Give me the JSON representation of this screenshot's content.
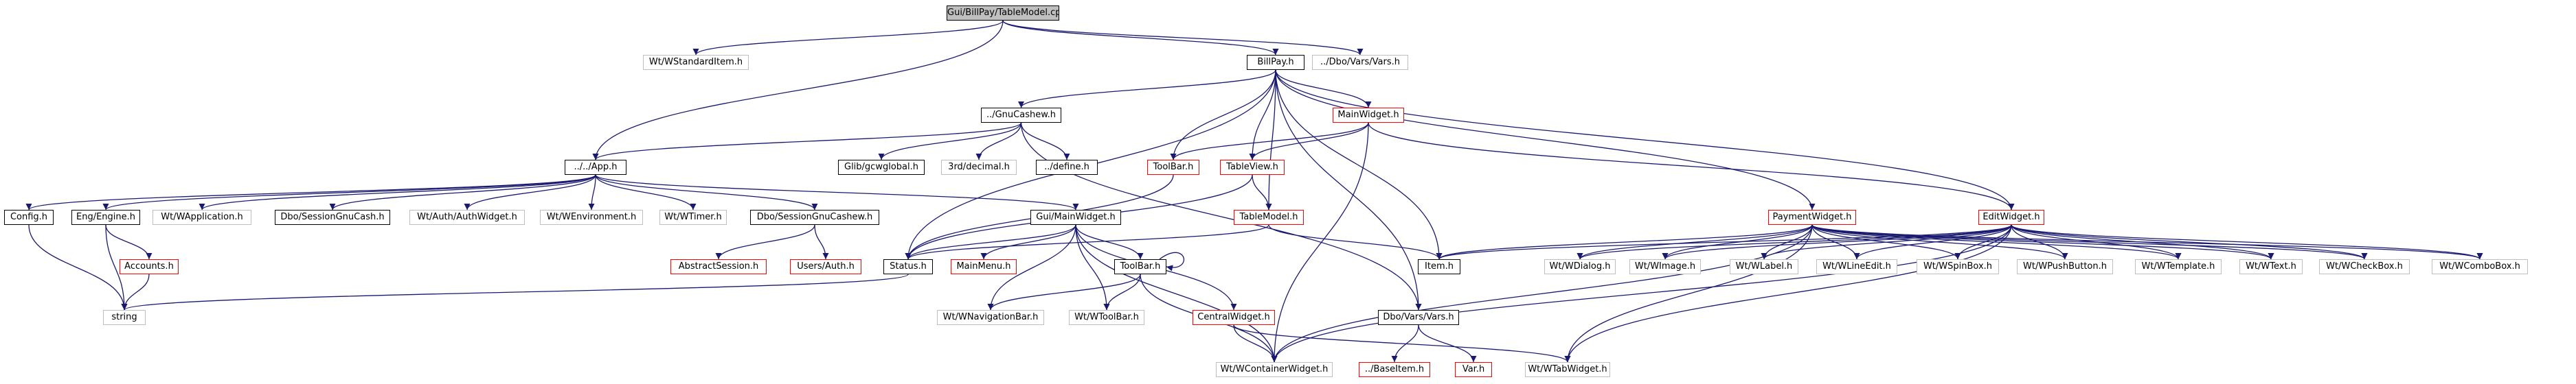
{
  "diagram": {
    "colors": {
      "edge": "#191970",
      "box_border": "#000000",
      "external_border": "#bfbfbf",
      "truncated_border": "#ff0000",
      "root_fill": "#bfbfbf"
    },
    "nodes": {
      "root": {
        "label": "Gui/BillPay/TableModel.cpp",
        "style": "root"
      },
      "wstandarditem": {
        "label": "Wt/WStandardItem.h",
        "style": "ext"
      },
      "billpay": {
        "label": "BillPay.h",
        "style": "normal"
      },
      "dbovars": {
        "label": "../Dbo/Vars/Vars.h",
        "style": "ext"
      },
      "gnucashew": {
        "label": "../GnuCashew.h",
        "style": "normal"
      },
      "mainwidget": {
        "label": "MainWidget.h",
        "style": "red"
      },
      "app": {
        "label": "../../App.h",
        "style": "normal"
      },
      "glib": {
        "label": "Glib/gcwglobal.h",
        "style": "normal"
      },
      "decimal": {
        "label": "3rd/decimal.h",
        "style": "ext"
      },
      "define": {
        "label": "../define.h",
        "style": "normal"
      },
      "toolbar_red": {
        "label": "ToolBar.h",
        "style": "red"
      },
      "tableview": {
        "label": "TableView.h",
        "style": "red"
      },
      "tablemodel": {
        "label": "TableModel.h",
        "style": "red"
      },
      "config": {
        "label": "Config.h",
        "style": "normal"
      },
      "engine": {
        "label": "Eng/Engine.h",
        "style": "normal"
      },
      "wapplication": {
        "label": "Wt/WApplication.h",
        "style": "ext"
      },
      "sessiongnucash": {
        "label": "Dbo/SessionGnuCash.h",
        "style": "normal"
      },
      "authwidget": {
        "label": "Wt/Auth/AuthWidget.h",
        "style": "ext"
      },
      "wenvironment": {
        "label": "Wt/WEnvironment.h",
        "style": "ext"
      },
      "wtimer": {
        "label": "Wt/WTimer.h",
        "style": "ext"
      },
      "sessiongnucashew": {
        "label": "Dbo/SessionGnuCashew.h",
        "style": "normal"
      },
      "guimainwidget": {
        "label": "Gui/MainWidget.h",
        "style": "normal"
      },
      "accounts": {
        "label": "Accounts.h",
        "style": "red"
      },
      "abstractsession": {
        "label": "AbstractSession.h",
        "style": "red"
      },
      "usersauth": {
        "label": "Users/Auth.h",
        "style": "red"
      },
      "status": {
        "label": "Status.h",
        "style": "normal"
      },
      "mainmenu": {
        "label": "MainMenu.h",
        "style": "red"
      },
      "toolbar": {
        "label": "ToolBar.h",
        "style": "normal"
      },
      "string": {
        "label": "string",
        "style": "ext"
      },
      "wnavigationbar": {
        "label": "Wt/WNavigationBar.h",
        "style": "ext"
      },
      "wtoolbar": {
        "label": "Wt/WToolBar.h",
        "style": "ext"
      },
      "centralwidget": {
        "label": "CentralWidget.h",
        "style": "red"
      },
      "wcontainerwidget": {
        "label": "Wt/WContainerWidget.h",
        "style": "ext"
      },
      "dbovarsh": {
        "label": "Dbo/Vars/Vars.h",
        "style": "normal"
      },
      "baseitem": {
        "label": "../BaseItem.h",
        "style": "red"
      },
      "var": {
        "label": "Var.h",
        "style": "red"
      },
      "wtabwidget": {
        "label": "Wt/WTabWidget.h",
        "style": "ext"
      },
      "paymentwidget": {
        "label": "PaymentWidget.h",
        "style": "red"
      },
      "edituwidget": {
        "label": "EditWidget.h",
        "style": "red"
      },
      "item": {
        "label": "Item.h",
        "style": "normal"
      },
      "wdialog": {
        "label": "Wt/WDialog.h",
        "style": "ext"
      },
      "wimage": {
        "label": "Wt/WImage.h",
        "style": "ext"
      },
      "wlabel": {
        "label": "Wt/WLabel.h",
        "style": "ext"
      },
      "wlineedit": {
        "label": "Wt/WLineEdit.h",
        "style": "ext"
      },
      "wspinbox": {
        "label": "Wt/WSpinBox.h",
        "style": "ext"
      },
      "wpushbutton": {
        "label": "Wt/WPushButton.h",
        "style": "ext"
      },
      "wtemplate": {
        "label": "Wt/WTemplate.h",
        "style": "ext"
      },
      "wtext": {
        "label": "Wt/WText.h",
        "style": "ext"
      },
      "wcheckbox": {
        "label": "Wt/WCheckBox.h",
        "style": "ext"
      },
      "wcombobox": {
        "label": "Wt/WComboBox.h",
        "style": "ext"
      }
    },
    "edges": [
      [
        "root",
        "wstandarditem"
      ],
      [
        "root",
        "billpay"
      ],
      [
        "root",
        "dbovars"
      ],
      [
        "root",
        "app"
      ],
      [
        "billpay",
        "gnucashew"
      ],
      [
        "billpay",
        "mainwidget"
      ],
      [
        "billpay",
        "toolbar_red"
      ],
      [
        "billpay",
        "tableview"
      ],
      [
        "billpay",
        "tablemodel"
      ],
      [
        "billpay",
        "paymentwidget"
      ],
      [
        "billpay",
        "edituwidget"
      ],
      [
        "billpay",
        "item"
      ],
      [
        "billpay",
        "dbovarsh"
      ],
      [
        "billpay",
        "status"
      ],
      [
        "gnucashew",
        "app"
      ],
      [
        "gnucashew",
        "glib"
      ],
      [
        "gnucashew",
        "decimal"
      ],
      [
        "gnucashew",
        "define"
      ],
      [
        "gnucashew",
        "dbovarsh"
      ],
      [
        "mainwidget",
        "toolbar_red"
      ],
      [
        "mainwidget",
        "tableview"
      ],
      [
        "mainwidget",
        "wcontainerwidget"
      ],
      [
        "mainwidget",
        "edituwidget"
      ],
      [
        "tableview",
        "tablemodel"
      ],
      [
        "tableview",
        "status"
      ],
      [
        "toolbar_red",
        "status"
      ],
      [
        "tablemodel",
        "item"
      ],
      [
        "tablemodel",
        "status"
      ],
      [
        "app",
        "config"
      ],
      [
        "app",
        "engine"
      ],
      [
        "app",
        "wapplication"
      ],
      [
        "app",
        "sessiongnucash"
      ],
      [
        "app",
        "authwidget"
      ],
      [
        "app",
        "wenvironment"
      ],
      [
        "app",
        "wtimer"
      ],
      [
        "app",
        "sessiongnucashew"
      ],
      [
        "app",
        "guimainwidget"
      ],
      [
        "config",
        "string"
      ],
      [
        "engine",
        "accounts"
      ],
      [
        "engine",
        "string"
      ],
      [
        "accounts",
        "string"
      ],
      [
        "sessiongnucashew",
        "abstractsession"
      ],
      [
        "sessiongnucashew",
        "usersauth"
      ],
      [
        "guimainwidget",
        "status"
      ],
      [
        "guimainwidget",
        "mainmenu"
      ],
      [
        "guimainwidget",
        "toolbar"
      ],
      [
        "guimainwidget",
        "wnavigationbar"
      ],
      [
        "guimainwidget",
        "wtoolbar"
      ],
      [
        "guimainwidget",
        "centralwidget"
      ],
      [
        "guimainwidget",
        "wcontainerwidget"
      ],
      [
        "status",
        "string"
      ],
      [
        "toolbar",
        "toolbar"
      ],
      [
        "toolbar",
        "wnavigationbar"
      ],
      [
        "toolbar",
        "wtoolbar"
      ],
      [
        "toolbar",
        "wcontainerwidget"
      ],
      [
        "centralwidget",
        "wcontainerwidget"
      ],
      [
        "centralwidget",
        "wtabwidget"
      ],
      [
        "dbovarsh",
        "baseitem"
      ],
      [
        "dbovarsh",
        "var"
      ],
      [
        "paymentwidget",
        "item"
      ],
      [
        "paymentwidget",
        "wdialog"
      ],
      [
        "paymentwidget",
        "wimage"
      ],
      [
        "paymentwidget",
        "wlabel"
      ],
      [
        "paymentwidget",
        "wlineedit"
      ],
      [
        "paymentwidget",
        "wspinbox"
      ],
      [
        "paymentwidget",
        "wpushbutton"
      ],
      [
        "paymentwidget",
        "wtemplate"
      ],
      [
        "paymentwidget",
        "wtext"
      ],
      [
        "paymentwidget",
        "wcheckbox"
      ],
      [
        "paymentwidget",
        "wcombobox"
      ],
      [
        "paymentwidget",
        "wcontainerwidget"
      ],
      [
        "paymentwidget",
        "wtabwidget"
      ],
      [
        "edituwidget",
        "item"
      ],
      [
        "edituwidget",
        "wdialog"
      ],
      [
        "edituwidget",
        "wimage"
      ],
      [
        "edituwidget",
        "wlabel"
      ],
      [
        "edituwidget",
        "wlineedit"
      ],
      [
        "edituwidget",
        "wspinbox"
      ],
      [
        "edituwidget",
        "wpushbutton"
      ],
      [
        "edituwidget",
        "wtemplate"
      ],
      [
        "edituwidget",
        "wtext"
      ],
      [
        "edituwidget",
        "wcheckbox"
      ],
      [
        "edituwidget",
        "wcombobox"
      ],
      [
        "edituwidget",
        "wcontainerwidget"
      ],
      [
        "edituwidget",
        "wtabwidget"
      ]
    ]
  }
}
